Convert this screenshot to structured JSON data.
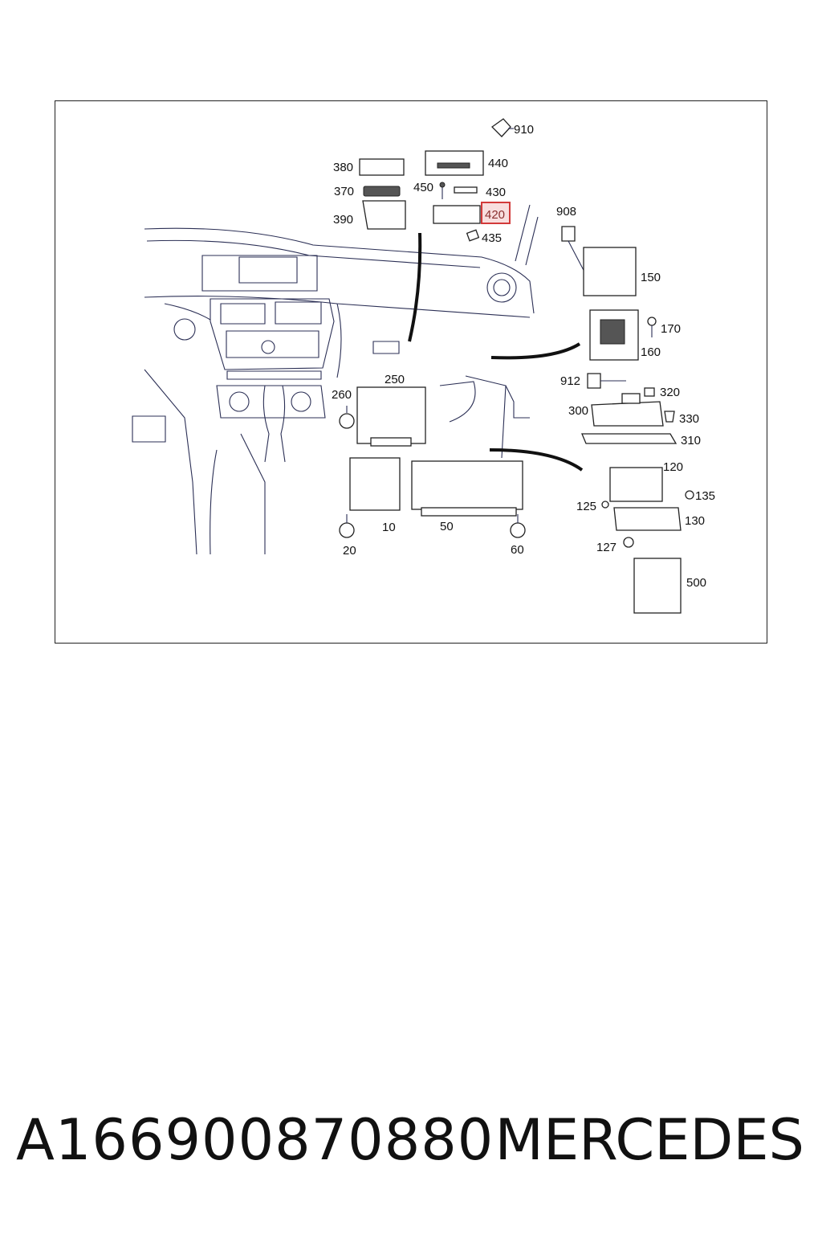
{
  "callouts": {
    "c910": "910",
    "c440": "440",
    "c380": "380",
    "c450": "450",
    "c430": "430",
    "c370": "370",
    "c390": "390",
    "c420": "420",
    "c435": "435",
    "c908": "908",
    "c150": "150",
    "c170": "170",
    "c160": "160",
    "c250": "250",
    "c260": "260",
    "c912": "912",
    "c320": "320",
    "c300": "300",
    "c330": "330",
    "c310": "310",
    "c120": "120",
    "c135": "135",
    "c125": "125",
    "c130": "130",
    "c10": "10",
    "c50": "50",
    "c20": "20",
    "c60": "60",
    "c127": "127",
    "c500": "500"
  },
  "highlighted_callout": "420",
  "colors": {
    "highlight_border": "#d23a3a",
    "highlight_fill": "#f8dede",
    "line": "#2b2f55"
  },
  "footer": {
    "part_number": "A166900870880",
    "brand": "MERCEDES"
  }
}
